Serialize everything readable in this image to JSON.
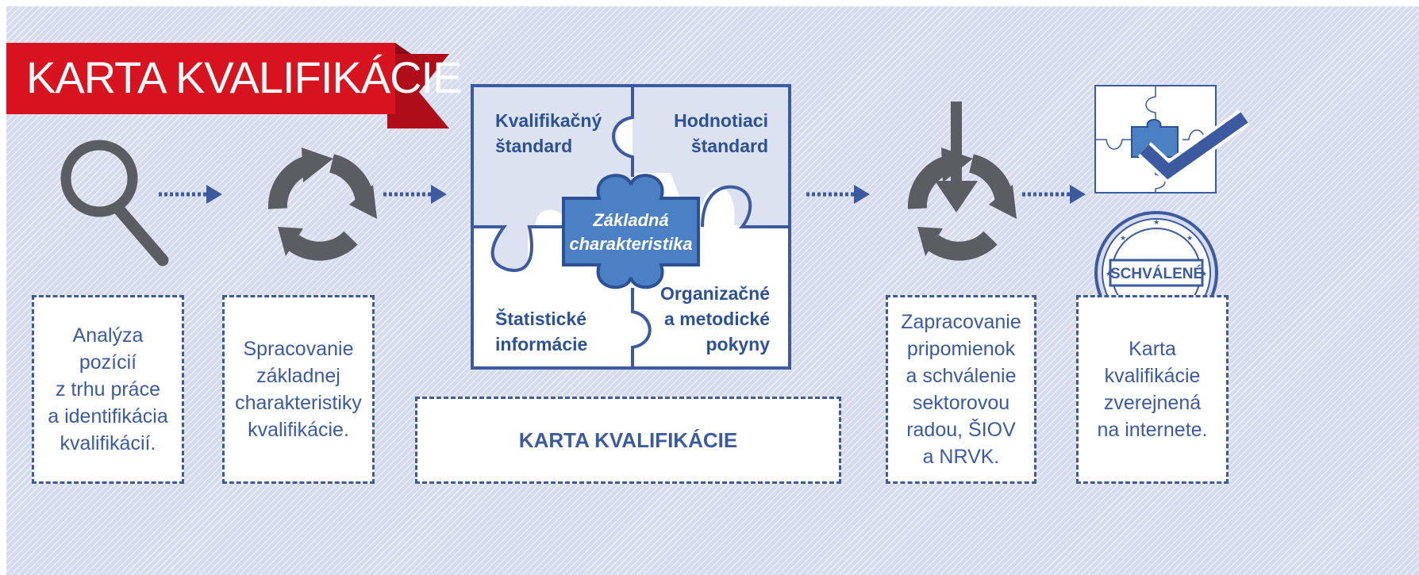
{
  "title": "KARTA KVALIFIKÁCIE",
  "colors": {
    "background": "#d6dcee",
    "banner_red": "#d7131f",
    "banner_dark_red": "#9e0b16",
    "primary_blue": "#3b5aa0",
    "puzzle_light": "#dde2f1",
    "puzzle_center": "#4c80c4",
    "icon_gray": "#5a5e63"
  },
  "steps": [
    {
      "icon": "magnifier-icon",
      "text": "Analýza\npozícií\nz trhu práce\na identifikácia\nkvalifikácií."
    },
    {
      "icon": "refresh-cycle-icon",
      "text": "Spracovanie\nzákladnej\ncharakteristiky\nkvalifikácie."
    },
    {
      "icon": "refresh-download-icon",
      "text": "Zapracovanie\npripomienok\na schválenie\nsektorovou\nradou, ŠIOV\na NRVK."
    },
    {
      "icon": "puzzle-check-icon",
      "text": "Karta\nkvalifikácie\nzverejnená\nna internete."
    }
  ],
  "puzzle": {
    "top_left": "Kvalifikačný\nštandard",
    "top_right": "Hodnotiaci\nštandard",
    "bottom_left": "Štatistické\ninformácie",
    "bottom_right": "Organizačné\na metodické\npokyny",
    "center": "Základná\ncharakteristika"
  },
  "center_box": "KARTA KVALIFIKÁCIE",
  "stamp": "SCHVÁLENÉ"
}
